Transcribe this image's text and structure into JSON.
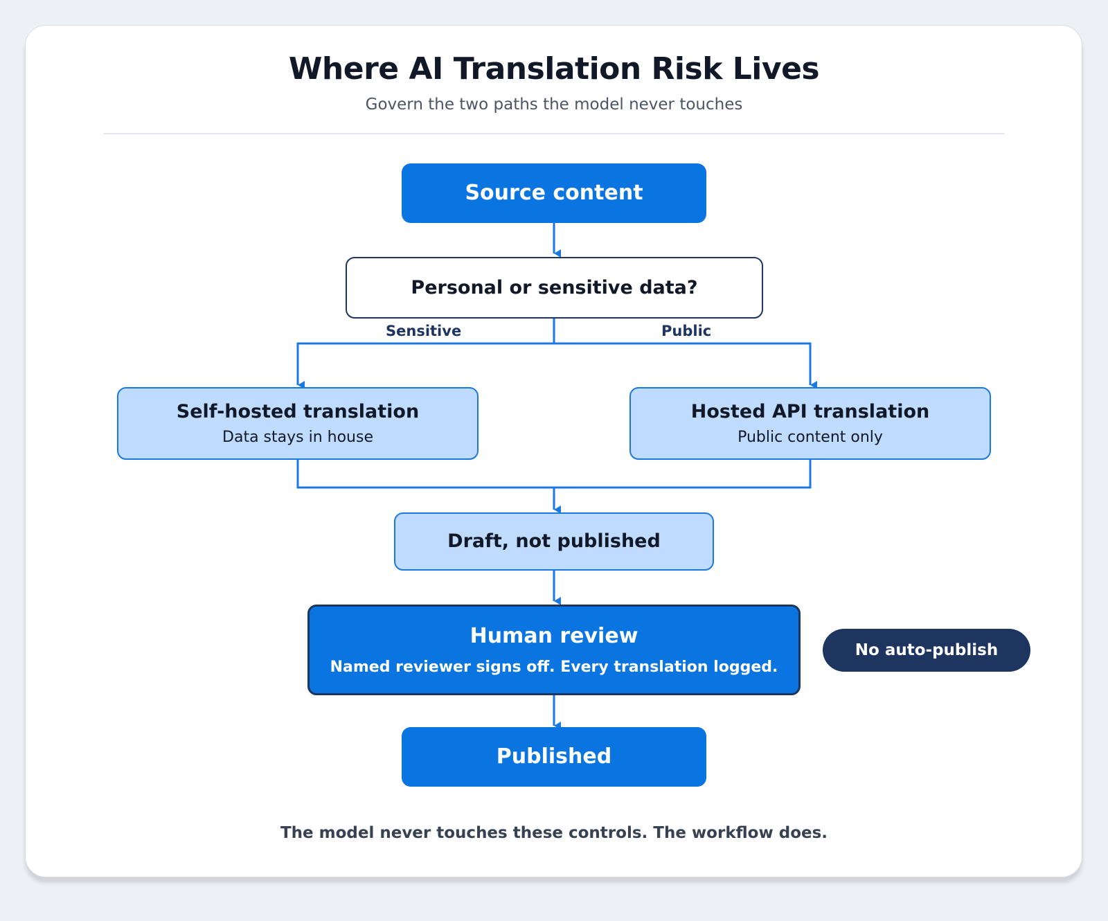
{
  "header": {
    "title": "Where AI Translation Risk Lives",
    "subtitle": "Govern the two paths the model never touches"
  },
  "nodes": {
    "source": {
      "label": "Source content"
    },
    "decision": {
      "label": "Personal or sensitive data?"
    },
    "self_hosted": {
      "label": "Self-hosted translation",
      "sublabel": "Data stays in house"
    },
    "hosted_api": {
      "label": "Hosted API translation",
      "sublabel": "Public content only"
    },
    "draft": {
      "label": "Draft, not published"
    },
    "review": {
      "label": "Human review",
      "sublabel": "Named reviewer signs off. Every translation logged."
    },
    "published": {
      "label": "Published"
    }
  },
  "edges": {
    "sensitive_label": "Sensitive",
    "public_label": "Public"
  },
  "badge": {
    "label": "No auto-publish"
  },
  "footer": {
    "text": "The model never touches these controls. The workflow does."
  },
  "colors": {
    "primary": "#0a74e0",
    "navy": "#1e3560",
    "light_fill": "#bfdcff",
    "background": "#edf1f6"
  }
}
